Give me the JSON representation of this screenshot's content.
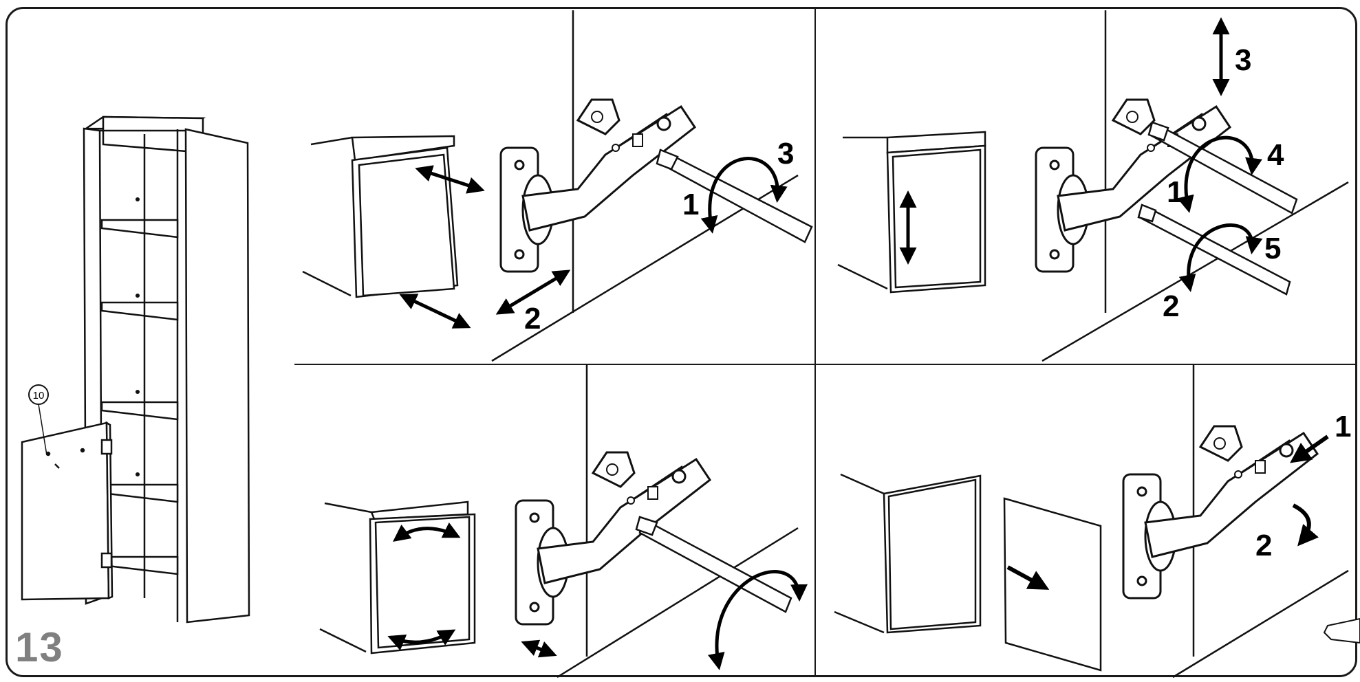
{
  "step": {
    "number": "13"
  },
  "cabinet": {
    "part_label": "10"
  },
  "panels": [
    {
      "id": "top-left-depth-adjustment",
      "labels": [
        "1",
        "2",
        "3"
      ]
    },
    {
      "id": "top-right-height-adjustment",
      "labels": [
        "3",
        "4",
        "1",
        "5",
        "2"
      ]
    },
    {
      "id": "bottom-left-tilt-adjustment",
      "labels": []
    },
    {
      "id": "bottom-right-door-removal",
      "labels": [
        "1",
        "2"
      ]
    }
  ],
  "colors": {
    "line": "#1a1a1a",
    "step_number": "#808080",
    "background": "#ffffff"
  }
}
